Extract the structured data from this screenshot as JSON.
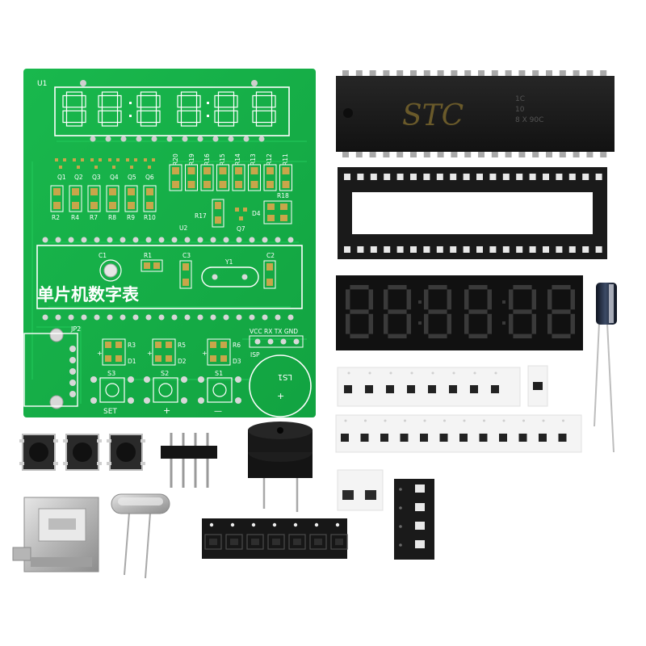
{
  "pcb": {
    "chip_label": "U1",
    "q_labels": [
      "Q1",
      "Q2",
      "Q3",
      "Q4",
      "Q5",
      "Q6"
    ],
    "r_left_labels": [
      "R2",
      "R4",
      "R7",
      "R8",
      "R9",
      "R10"
    ],
    "r_top_labels": [
      "R20",
      "R19",
      "R16",
      "R15",
      "R14",
      "R13",
      "R12",
      "R11"
    ],
    "r18": "R18",
    "r17": "R17",
    "d4": "D4",
    "q7": "Q7",
    "u2": "U2",
    "c1": "C1",
    "r1": "R1",
    "c3": "C3",
    "y1": "Y1",
    "c2": "C2",
    "title_cn": "单片机数字表",
    "jp2": "JP2",
    "isp_pins": "VCC RX TX GND",
    "isp": "ISP",
    "r3": "R3",
    "d1": "D1",
    "r5": "R5",
    "d2": "D2",
    "r6": "R6",
    "d3": "D3",
    "s3": "S3",
    "s2": "S2",
    "s1": "S1",
    "set": "SET",
    "plus": "+",
    "minus": "—",
    "ls1": "LS1",
    "ls_plus": "+"
  },
  "chip": {
    "brand": "STC",
    "line1": "1C",
    "line2": "10",
    "line3": "8 X 90C"
  },
  "colors": {
    "pcb_green": "#16b34a",
    "pcb_dark": "#0f8f3a",
    "chip_black": "#1b1b1b",
    "socket_black": "#1a1a1a",
    "display_black": "#111111",
    "segment_dim": "#3a3a3a"
  }
}
